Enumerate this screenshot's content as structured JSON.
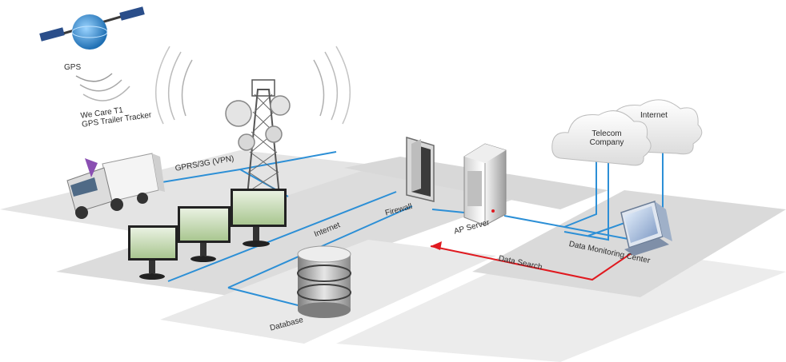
{
  "labels": {
    "gps": "GPS",
    "tracker_line1": "We Care T1",
    "tracker_line2": "GPS Trailer Tracker",
    "gprs": "GPRS/3G (VPN)",
    "internet_left": "Internet",
    "firewall": "Firewall",
    "ap_server": "AP Server",
    "database": "Database",
    "data_search": "Data Search",
    "data_monitoring": "Data Monitoring Center",
    "telecom_line1": "Telecom",
    "telecom_line2": "Company",
    "internet_cloud": "Internet"
  },
  "colors": {
    "network_line": "#2c8fd6",
    "search_line": "#e0191f",
    "platform": "#e2e2e2",
    "platform_dark": "#cfcfcf"
  },
  "icons": [
    "satellite-icon",
    "cell-tower-icon",
    "truck-icon",
    "monitor-icon",
    "database-icon",
    "firewall-icon",
    "server-icon",
    "cloud-icon",
    "desktop-computer-icon"
  ]
}
